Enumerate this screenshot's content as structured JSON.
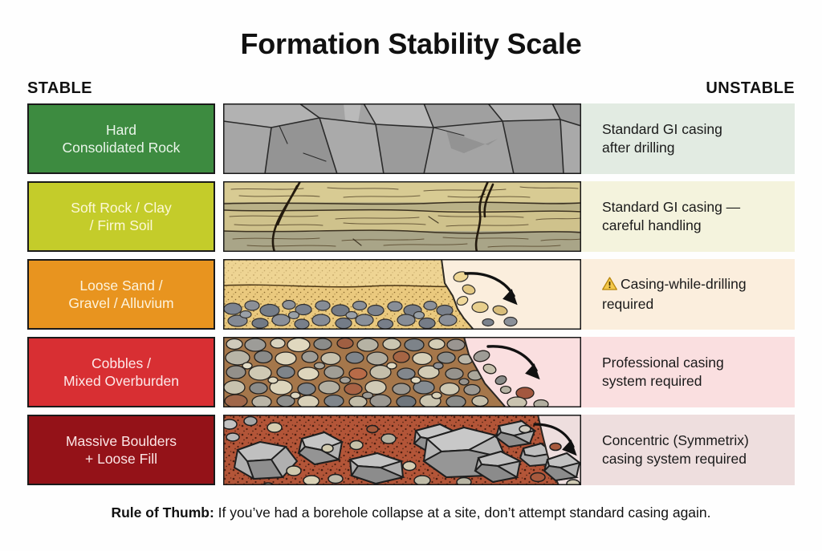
{
  "title": "Formation Stability Scale",
  "axis": {
    "left_label": "STABLE",
    "right_label": "UNSTABLE"
  },
  "footer": {
    "lead": "Rule of Thumb:",
    "text": " If you’ve had a borehole collapse at a site, don’t attempt standard casing again."
  },
  "icons": {
    "warning": "warning-triangle-icon"
  },
  "rows": [
    {
      "formation": "Hard\nConsolidated Rock",
      "formation_line1": "Hard",
      "formation_line2": "Consolidated Rock",
      "swatch_color": "#3d8b40",
      "swatch_text_color": "#eaf5ea",
      "illustration": "solid-fractured-rock",
      "consequence_line1": "Standard GI casing",
      "consequence_line2": "after drilling",
      "consequence_bg": "#e2ebe2",
      "has_warning": false
    },
    {
      "formation": "Soft Rock / Clay\n/ Firm Soil",
      "formation_line1": "Soft Rock / Clay",
      "formation_line2": "/ Firm Soil",
      "swatch_color": "#c4cc2a",
      "swatch_text_color": "#fdf8d8",
      "illustration": "layered-sedimentary",
      "consequence_line1": "Standard GI casing —",
      "consequence_line2": "careful handling",
      "consequence_bg": "#f4f3dd",
      "has_warning": false
    },
    {
      "formation": "Loose Sand /\nGravel / Alluvium",
      "formation_line1": "Loose Sand /",
      "formation_line2": "Gravel / Alluvium",
      "swatch_color": "#e8941f",
      "swatch_text_color": "#fdf3dc",
      "illustration": "sand-gravel-collapse",
      "consequence_line1": "Casing-while-drilling",
      "consequence_line2": "required",
      "consequence_bg": "#fbeedd",
      "has_warning": true
    },
    {
      "formation": "Cobbles /\nMixed Overburden",
      "formation_line1": "Cobbles /",
      "formation_line2": "Mixed Overburden",
      "swatch_color": "#d82f33",
      "swatch_text_color": "#fdeaea",
      "illustration": "cobbles-collapse",
      "consequence_line1": "Professional casing",
      "consequence_line2": "system required",
      "consequence_bg": "#fadfe0",
      "has_warning": false
    },
    {
      "formation": "Massive Boulders\n+ Loose Fill",
      "formation_line1": "Massive Boulders",
      "formation_line2": "+ Loose Fill",
      "swatch_color": "#941218",
      "swatch_text_color": "#fbe6e6",
      "illustration": "boulders-loose-fill",
      "consequence_line1": "Concentric (Symmetrix)",
      "consequence_line2": "casing system required",
      "consequence_bg": "#eedede",
      "has_warning": false
    }
  ],
  "palette": {
    "rock_gray": "#9c9c9c",
    "sandstone_tan": "#d3c68f",
    "sand_yellow": "#e8c87d",
    "gravel_gray": "#7b8390",
    "cobble_brown": "#a5774b",
    "matrix_rust": "#b35538",
    "boulder_gray": "#a8a8a8",
    "outline": "#1a1a1a"
  }
}
